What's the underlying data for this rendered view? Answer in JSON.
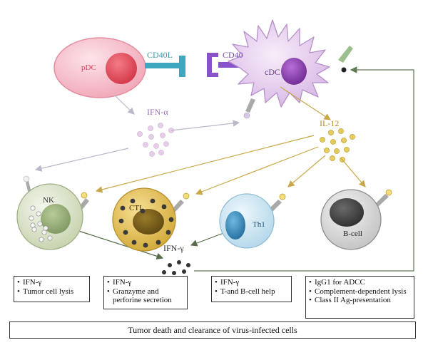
{
  "cells": {
    "pDC": "pDC",
    "cDC": "cDC",
    "NK": "NK",
    "CTL": "CTL",
    "Th1": "Th1",
    "Bcell": "B-cell"
  },
  "molecules": {
    "CD40L": "CD40L",
    "CD40": "CD40",
    "IFN_alpha": "IFN-α",
    "IL12": "IL-12",
    "IFN_gamma": "IFN-γ"
  },
  "functions": {
    "nk": [
      "IFN-γ",
      "Tumor cell lysis"
    ],
    "ctl": [
      "IFN-γ",
      "Granzyme and perforine secretion"
    ],
    "th1": [
      "IFN-γ",
      "T-and B-cell help"
    ],
    "bcell": [
      "IgG1 for ADCC",
      "Complement-dependent lysis",
      "Class II Ag-presentation"
    ]
  },
  "bullet": "•",
  "outcome": "Tumor death and clearance of virus-infected cells",
  "colors": {
    "pdc_fill": "#f4b8c4",
    "pdc_nucleus": "#e04a5a",
    "cdc_fill": "#e6cdf0",
    "cdc_nucleus": "#8a3fb0",
    "cd40l": "#3ea7c0",
    "cd40": "#8a52c8",
    "nk_fill": "#dfe6cf",
    "ctl_fill": "#e5c050",
    "th1_fill": "#c9e4f2",
    "th1_nucleus": "#3b8fc0",
    "bcell_fill": "#dcdcdc",
    "ifna_dot": "#e6cde8",
    "il12_dot": "#e3cb5c",
    "ifng_dot": "#333333"
  }
}
